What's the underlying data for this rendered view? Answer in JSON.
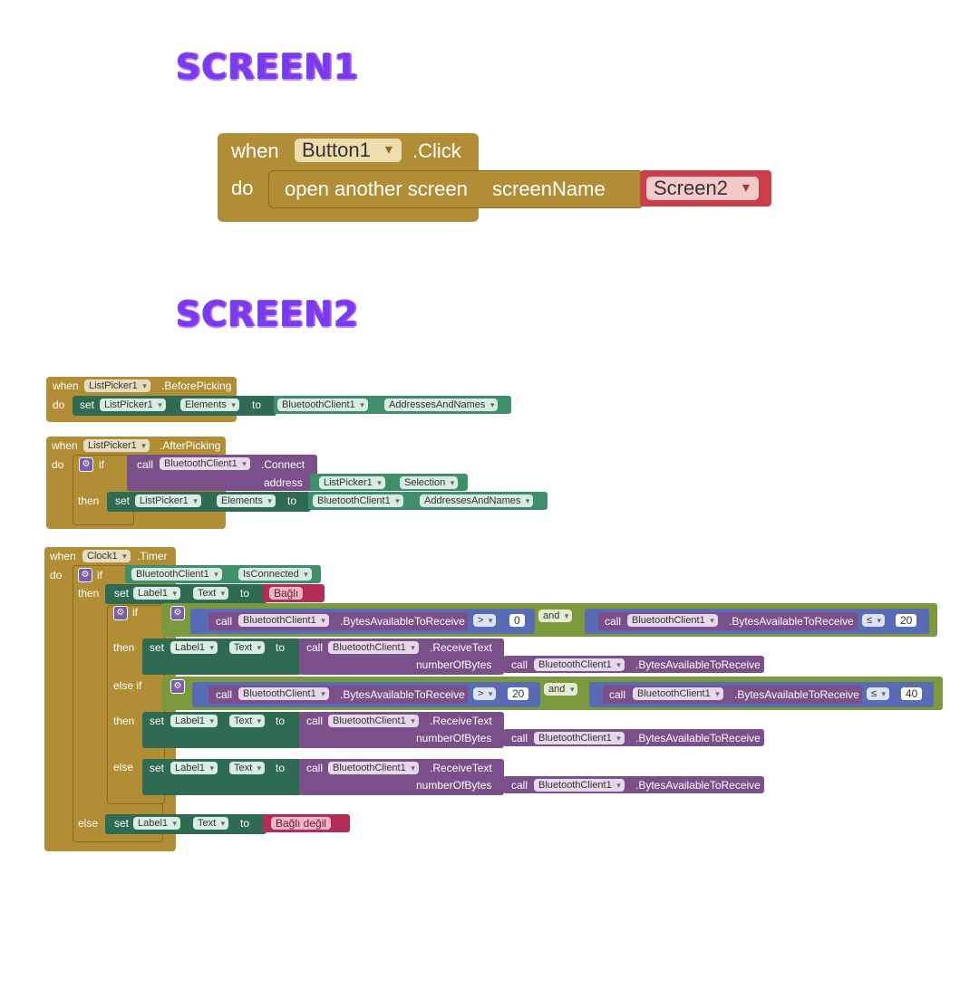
{
  "headings": {
    "screen1": "SCREEN1",
    "screen2": "SCREEN2"
  },
  "colors": {
    "event": "#b18e35",
    "component": "#3f8f6b",
    "method": "#7a4f8a",
    "logic": "#7a9a3b",
    "math": "#5a6bb5",
    "text": "#b42b55",
    "heading": "#7c3aed"
  },
  "screen1": {
    "when": "when",
    "component": "Button1",
    "event": ".Click",
    "do": "do",
    "action": "open another screen",
    "param": "screenName",
    "value": "Screen2"
  },
  "before": {
    "when": "when",
    "component": "ListPicker1",
    "event": ".BeforePicking",
    "do": "do",
    "set": "set",
    "target": "ListPicker1",
    "prop": "Elements",
    "to": "to",
    "src": "BluetoothClient1",
    "srcprop": "AddressesAndNames"
  },
  "after": {
    "when": "when",
    "component": "ListPicker1",
    "event": ".AfterPicking",
    "do": "do",
    "if": "if",
    "call": "call",
    "client": "BluetoothClient1",
    "method": ".Connect",
    "address": "address",
    "addrsrc": "ListPicker1",
    "addrprop": "Selection",
    "then": "then",
    "set": "set",
    "target": "ListPicker1",
    "prop": "Elements",
    "to": "to",
    "src": "BluetoothClient1",
    "srcprop": "AddressesAndNames"
  },
  "timer": {
    "when": "when",
    "component": "Clock1",
    "event": ".Timer",
    "do": "do",
    "if": "if",
    "client": "BluetoothClient1",
    "isconn": "IsConnected",
    "then": "then",
    "set": "set",
    "label": "Label1",
    "text": "Text",
    "to": "to",
    "connected": "Bağlı",
    "inner_if": "if",
    "call": "call",
    "bytes": ".BytesAvailableToReceive",
    "gt": ">",
    "zero": "0",
    "and": "and",
    "le": "≤",
    "twenty": "20",
    "forty": "40",
    "receive": ".ReceiveText",
    "numbytes": "numberOfBytes",
    "elseif": "else if",
    "else": "else",
    "notconnected": "Bağlı değil"
  }
}
